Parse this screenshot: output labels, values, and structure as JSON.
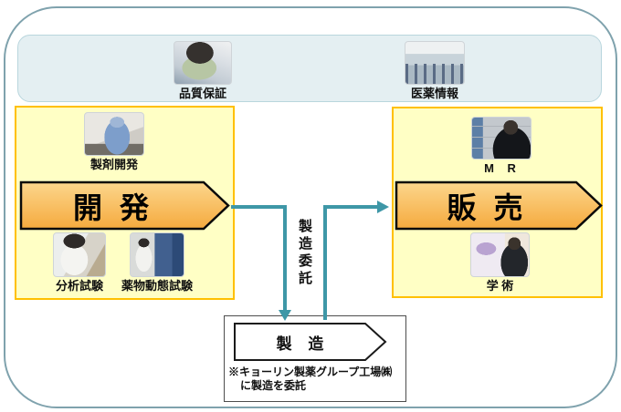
{
  "colors": {
    "frame_border": "#7fa2ad",
    "top_bar_fill": "#e4eff2",
    "top_bar_border": "#b9d6dd",
    "dept_box_fill": "#ffffc5",
    "dept_box_border": "#ffc000",
    "banner_gradient_top": "#fcd68c",
    "banner_gradient_bottom": "#f5aa3e",
    "connector": "#3e97a7"
  },
  "top_bar": {
    "items": [
      {
        "name": "quality-assurance",
        "label": "品質保証"
      },
      {
        "name": "medical-information",
        "label": "医薬情報"
      }
    ]
  },
  "development": {
    "title": "開 発",
    "formulation_label": "製剤開発",
    "analysis_label": "分析試験",
    "pk_label": "薬物動態試験"
  },
  "sales": {
    "title": "販 売",
    "mr_label": "M R",
    "academic_label": "学 術"
  },
  "manufacturing": {
    "title": "製 造",
    "note_line1": "※キョーリン製薬グループ工場㈱",
    "note_line2": "に製造を委託"
  },
  "connectors": {
    "outsourcing_label": "製造委託"
  }
}
